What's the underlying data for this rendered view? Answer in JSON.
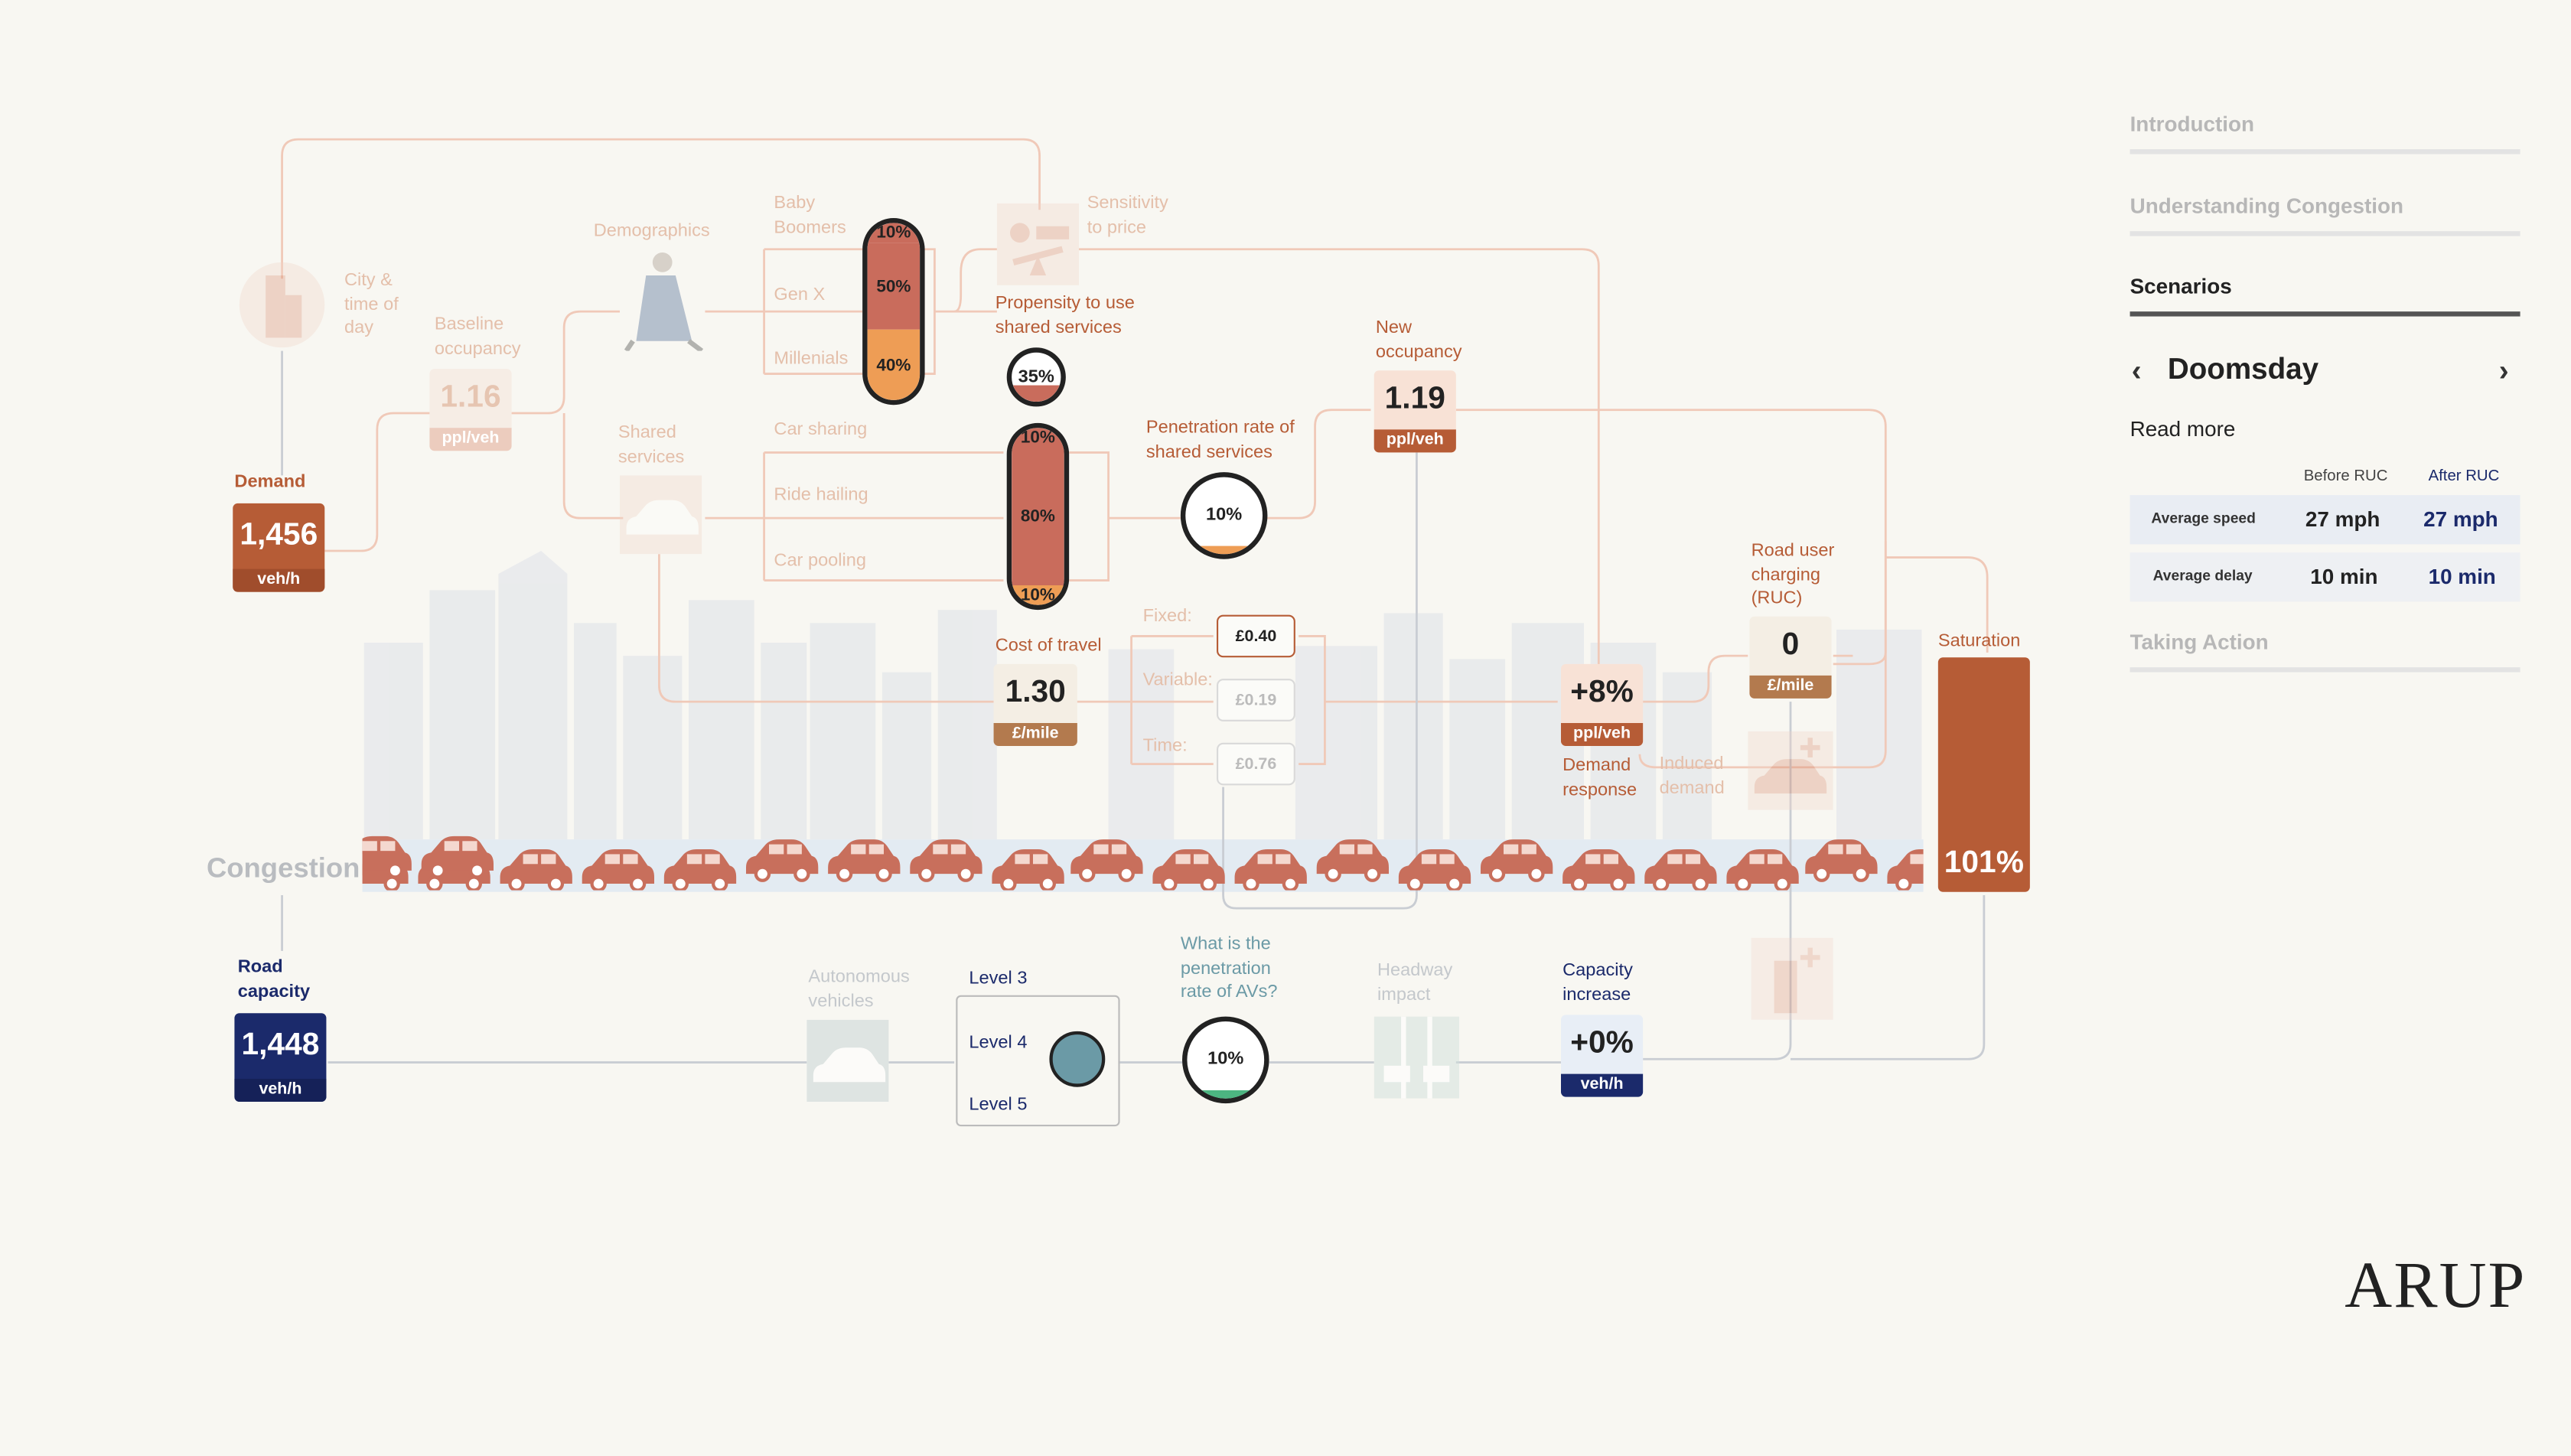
{
  "diagram": {
    "congestion_label": "Congestion",
    "demand": {
      "label": "Demand",
      "value": "1,456",
      "unit": "veh/h"
    },
    "baseline_occupancy": {
      "label": "Baseline occupancy",
      "value": "1.16",
      "unit": "ppl/veh"
    },
    "city_time": {
      "label": "City & time of day"
    },
    "demographics": {
      "label": "Demographics",
      "groups": [
        {
          "name": "Baby Boomers",
          "pct": "10%"
        },
        {
          "name": "Gen X",
          "pct": "50%"
        },
        {
          "name": "Millenials",
          "pct": "40%"
        }
      ],
      "fractions": [
        0.1,
        0.5,
        0.4
      ]
    },
    "sensitivity": {
      "label": "Sensitivity to price"
    },
    "propensity": {
      "label": "Propensity to use shared services",
      "value": "35%",
      "fraction": 0.35
    },
    "shared_services": {
      "label": "Shared services",
      "modes": [
        {
          "name": "Car sharing",
          "pct": "10%"
        },
        {
          "name": "Ride hailing",
          "pct": "80%"
        },
        {
          "name": "Car pooling",
          "pct": "10%"
        }
      ],
      "fractions": [
        0.1,
        0.8,
        0.1
      ]
    },
    "penetration_shared": {
      "label": "Penetration rate of shared services",
      "value": "10%",
      "fraction": 0.1
    },
    "new_occupancy": {
      "label": "New occupancy",
      "value": "1.19",
      "unit": "ppl/veh"
    },
    "cost_of_travel": {
      "label": "Cost of travel",
      "value": "1.30",
      "unit": "£/mile",
      "fixed_label": "Fixed:",
      "fixed": "£0.40",
      "variable_label": "Variable:",
      "variable": "£0.19",
      "time_label": "Time:",
      "time": "£0.76"
    },
    "demand_response": {
      "label": "Demand response",
      "value": "+8%",
      "unit": "ppl/veh"
    },
    "induced_demand": {
      "label": "Induced demand"
    },
    "ruc": {
      "label": "Road user charging (RUC)",
      "value": "0",
      "unit": "£/mile"
    },
    "saturation": {
      "label": "Saturation",
      "value": "101%"
    },
    "road_capacity": {
      "label": "Road capacity",
      "value": "1,448",
      "unit": "veh/h"
    },
    "autonomous": {
      "label": "Autonomous vehicles",
      "levels": [
        "Level 3",
        "Level 4",
        "Level 5"
      ],
      "selected_level": "Level 4"
    },
    "av_penetration": {
      "label": "What is the penetration rate of AVs?",
      "value": "10%",
      "fraction": 0.1
    },
    "headway": {
      "label": "Headway impact"
    },
    "capacity_increase": {
      "label": "Capacity increase",
      "value": "+0%",
      "unit": "veh/h"
    }
  },
  "sidebar": {
    "nav": [
      "Introduction",
      "Understanding Congestion",
      "Scenarios",
      "Taking Action"
    ],
    "active": "Scenarios",
    "scenario": {
      "name": "Doomsday",
      "read_more": "Read more"
    },
    "comparison": {
      "headers": [
        "Before RUC",
        "After RUC"
      ],
      "rows": [
        {
          "metric": "Average speed",
          "before": "27 mph",
          "after": "27 mph"
        },
        {
          "metric": "Average delay",
          "before": "10 min",
          "after": "10 min"
        }
      ]
    }
  },
  "brand": {
    "logo_text": "ARUP"
  },
  "colors": {
    "rust": "#b65c36",
    "navy": "#1b2a6b",
    "salmon": "#c96c5c",
    "orange": "#ee9d55",
    "teal": "#6b9aa6",
    "green": "#4cb581",
    "background": "#f8f7f2"
  }
}
